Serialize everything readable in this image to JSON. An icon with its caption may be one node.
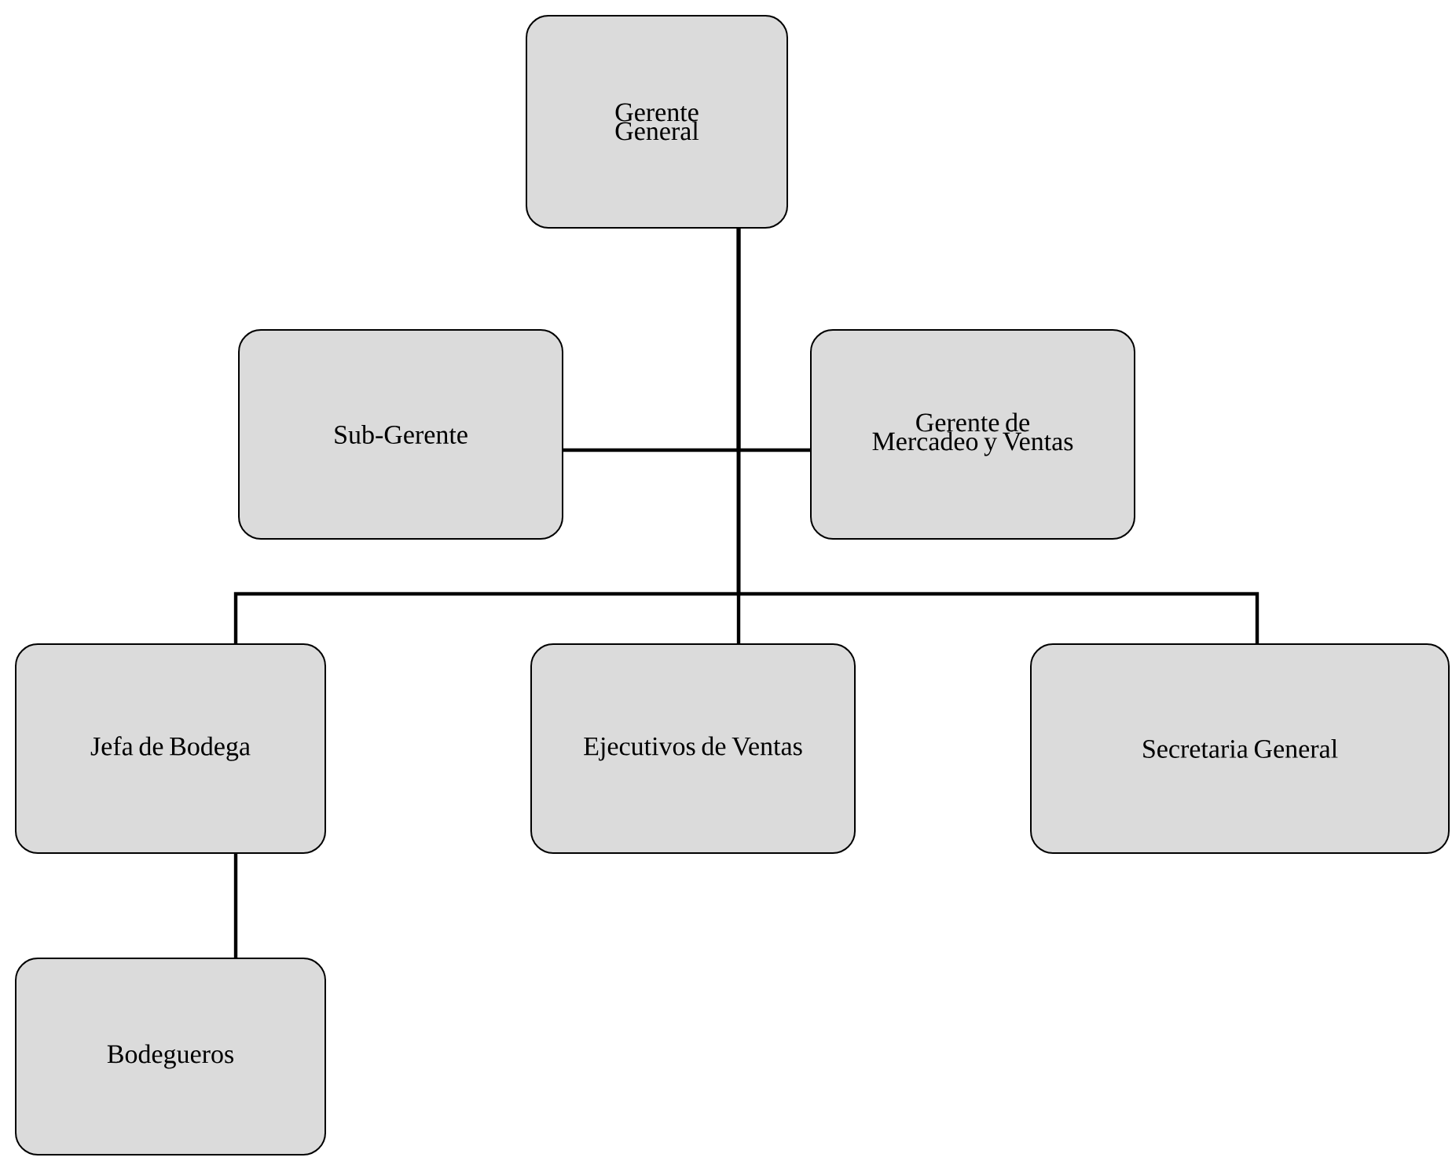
{
  "diagram": {
    "nodes": [
      {
        "text": [
          "Gerente General"
        ]
      },
      {
        "text": [
          "Sub-Gerente"
        ]
      },
      {
        "text": [
          "Gerente de Mercadeo y Ventas"
        ]
      },
      {
        "text": [
          "Jefa de Bodega"
        ]
      },
      {
        "text": [
          "Ejecutivos de Ventas"
        ]
      },
      {
        "text": [
          "Secretaria General"
        ]
      },
      {
        "text": [
          "Bodegueros"
        ]
      }
    ],
    "edges": [
      {
        "from": 0,
        "to": 1,
        "arrow": "none"
      },
      {
        "from": 0,
        "to": 2,
        "arrow": "none"
      },
      {
        "from": 0,
        "to": 3,
        "arrow": "none"
      },
      {
        "from": 0,
        "to": 4,
        "arrow": "none"
      },
      {
        "from": 0,
        "to": 5,
        "arrow": "none"
      },
      {
        "from": 3,
        "to": 6,
        "arrow": "none"
      }
    ]
  }
}
